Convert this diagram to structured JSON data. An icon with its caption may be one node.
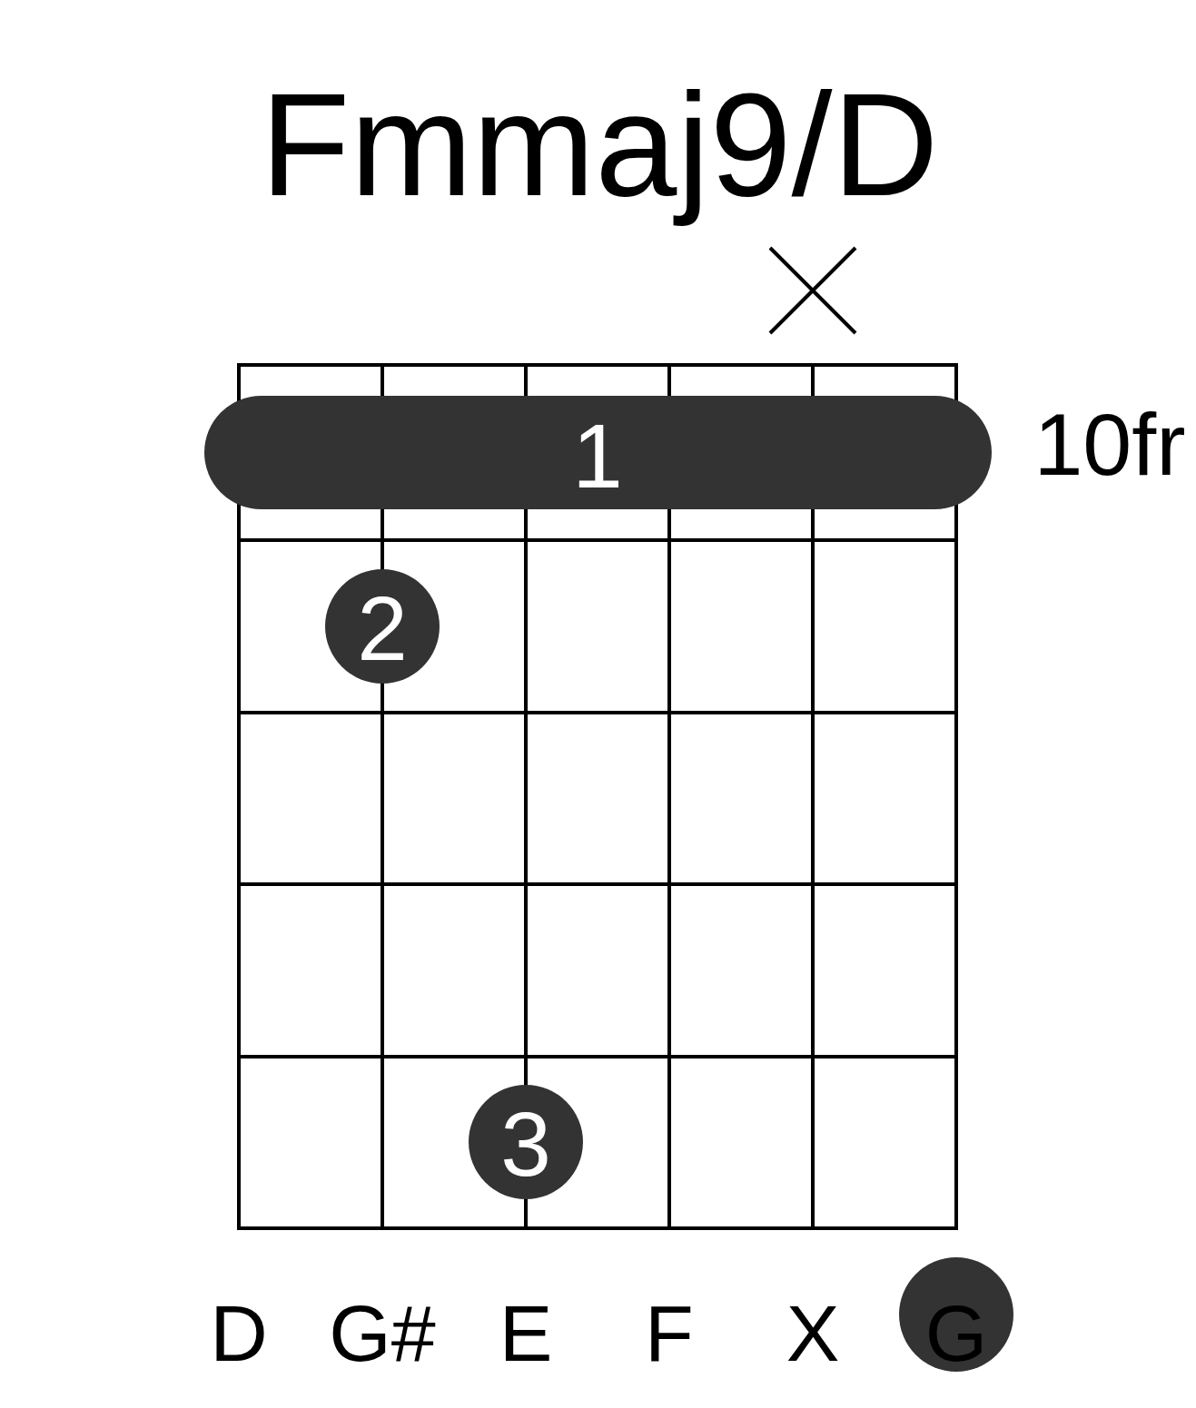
{
  "diagram": {
    "title": "Fmmaj9/D",
    "nodes": [
      {
        "text": [
          "1"
        ]
      },
      {
        "text": [
          "2"
        ]
      },
      {
        "text": [
          "3"
        ]
      },
      {
        "text": [
          "G"
        ]
      }
    ],
    "labels": [
      "10fr",
      "D",
      "G#",
      "E",
      "F",
      "X"
    ]
  }
}
